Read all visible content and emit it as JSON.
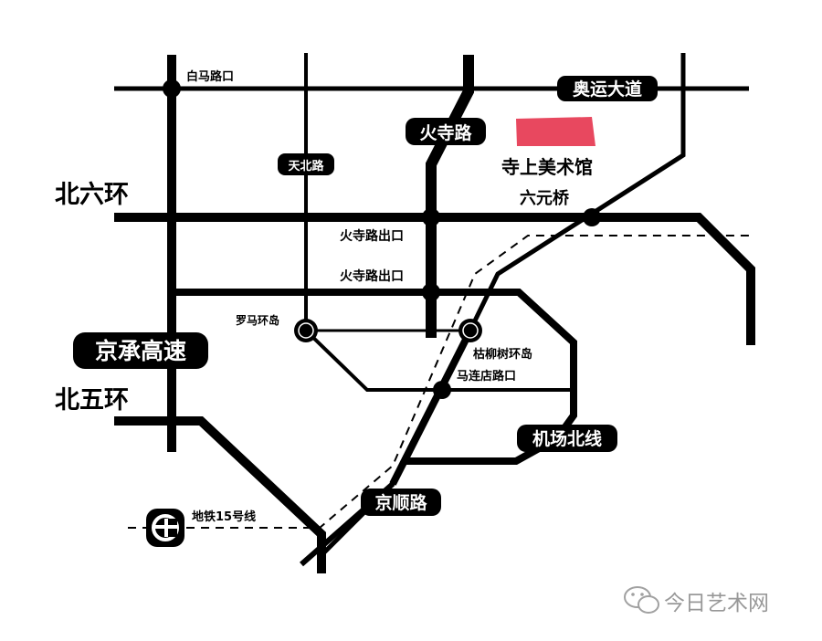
{
  "map": {
    "labels": {
      "baima_junction": "白马路口",
      "olympic_avenue": "奥运大道",
      "huosi_road": "火寺路",
      "tianbei_road": "天北路",
      "museum_name": "寺上美术馆",
      "north_6th_ring": "北六环",
      "liuyuan_bridge": "六元桥",
      "huosi_exit_1": "火寺路出口",
      "huosi_exit_2": "火寺路出口",
      "luoma_roundabout": "罗马环岛",
      "kuliushu_roundabout": "枯柳树环岛",
      "jingcheng_expressway": "京承高速",
      "madiandian_junction": "马连店路口",
      "north_5th_ring": "北五环",
      "airport_north_line": "机场北线",
      "jingshun_road": "京顺路",
      "subway_line_15": "地铁15号线"
    },
    "watermark": "今日艺术网",
    "colors": {
      "road": "#000000",
      "museum_marker": "#e8485f",
      "background": "#ffffff"
    },
    "icons": {
      "subway": "subway-logo-icon",
      "watermark": "wechat-icon"
    }
  }
}
